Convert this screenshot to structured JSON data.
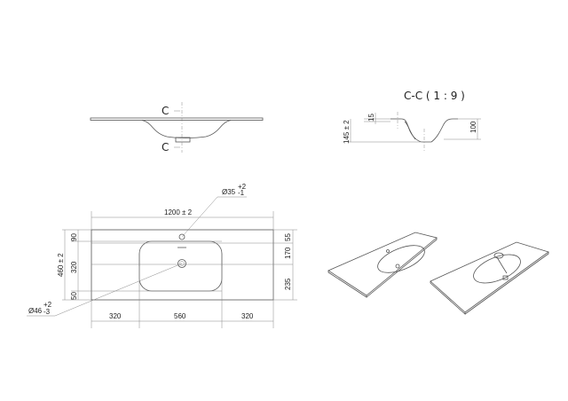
{
  "front_view": {
    "section_mark_top": "C",
    "section_mark_bottom": "C"
  },
  "section_view": {
    "title": "C-C ( 1 : 9 )",
    "dims": {
      "thickness": "15",
      "total_height": "145 ± 2",
      "bowl_depth": "100"
    }
  },
  "plan_view": {
    "overall_width": "1200 ± 2",
    "overall_depth": "460 ± 2",
    "tap_hole": {
      "label": "Ø35",
      "tol_plus": "+2",
      "tol_minus": "-1"
    },
    "drain_hole": {
      "label": "Ø46",
      "tol_plus": "+2",
      "tol_minus": "-3"
    },
    "left_dims": [
      "90",
      "320",
      "50"
    ],
    "right_dims": [
      "55",
      "170",
      "235"
    ],
    "bottom_dims": [
      "320",
      "560",
      "320"
    ]
  },
  "views_3d": [
    {
      "name": "isometric-basin"
    },
    {
      "name": "isometric-basin-with-tap"
    }
  ]
}
